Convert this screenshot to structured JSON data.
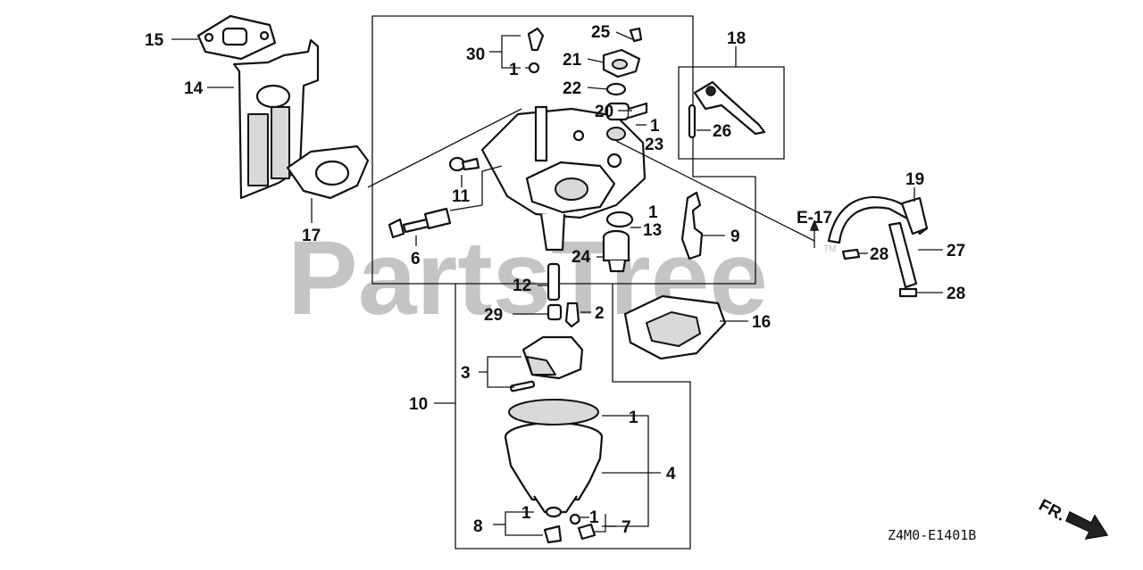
{
  "diagram": {
    "watermark": "PartsTree",
    "trademark": "TM",
    "diagram_code": "Z4M0-E1401B",
    "front_marker": "FR.",
    "reference": "E-17"
  },
  "callouts": {
    "c1a": "1",
    "c1b": "1",
    "c1c": "1",
    "c1d": "1",
    "c1e": "1",
    "c1f": "1",
    "c2": "2",
    "c3": "3",
    "c4": "4",
    "c6": "6",
    "c7": "7",
    "c8": "8",
    "c9": "9",
    "c10": "10",
    "c11": "11",
    "c12": "12",
    "c13": "13",
    "c14": "14",
    "c15": "15",
    "c16": "16",
    "c17": "17",
    "c18": "18",
    "c19": "19",
    "c20": "20",
    "c21": "21",
    "c22": "22",
    "c23": "23",
    "c24": "24",
    "c25": "25",
    "c26": "26",
    "c27": "27",
    "c28a": "28",
    "c28b": "28",
    "c29": "29",
    "c30": "30"
  }
}
